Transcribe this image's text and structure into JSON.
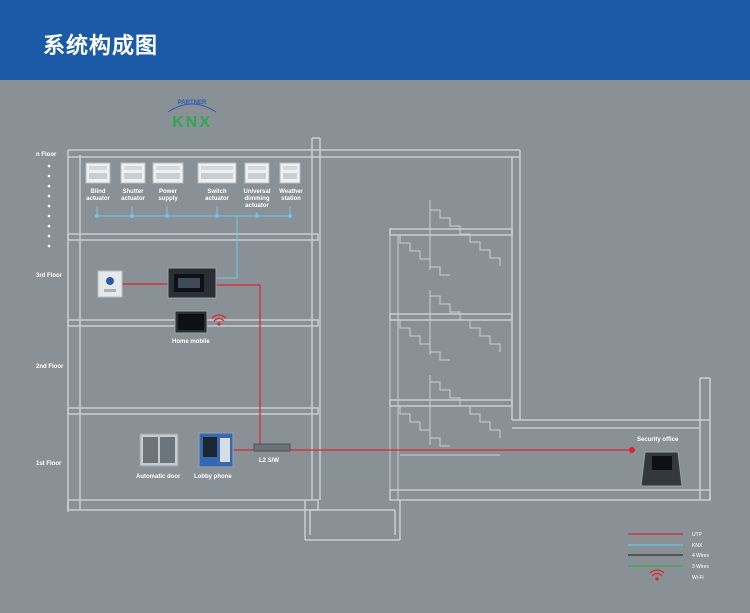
{
  "header": {
    "title": "系统构成图"
  },
  "logo": {
    "partner": "PARTNER",
    "knx": "KNX"
  },
  "floors": {
    "n": "n Floor",
    "third": "3rd Floor",
    "second": "2nd Floor",
    "first": "1st Floor"
  },
  "modules": [
    {
      "label_lines": [
        "Blind",
        "actuator"
      ]
    },
    {
      "label_lines": [
        "Shutter",
        "actuator"
      ]
    },
    {
      "label_lines": [
        "Power",
        "supply"
      ]
    },
    {
      "label_lines": [
        "Switch",
        "actuator"
      ]
    },
    {
      "label_lines": [
        "Universal",
        "dimming",
        "actuator"
      ]
    },
    {
      "label_lines": [
        "Weather",
        "station"
      ]
    }
  ],
  "devices": {
    "home_mobile": "Home mobile",
    "automatic_door": "Automatic door",
    "lobby_phone": "Lobby phone",
    "switch": "L2 S/W",
    "security_office": "Security office"
  },
  "legend": [
    {
      "label": "UTP",
      "color": "#d8262c"
    },
    {
      "label": "KNX",
      "color": "#6ec6e8"
    },
    {
      "label": "4 Wires",
      "color": "#333333"
    },
    {
      "label": "3 Wires",
      "color": "#37a84a"
    },
    {
      "label": "Wi-Fi",
      "color": "#d8262c"
    }
  ],
  "colors": {
    "header": "#1a5aa7",
    "background": "#8a9196",
    "utp": "#d8262c",
    "knx": "#6ec6e8"
  }
}
